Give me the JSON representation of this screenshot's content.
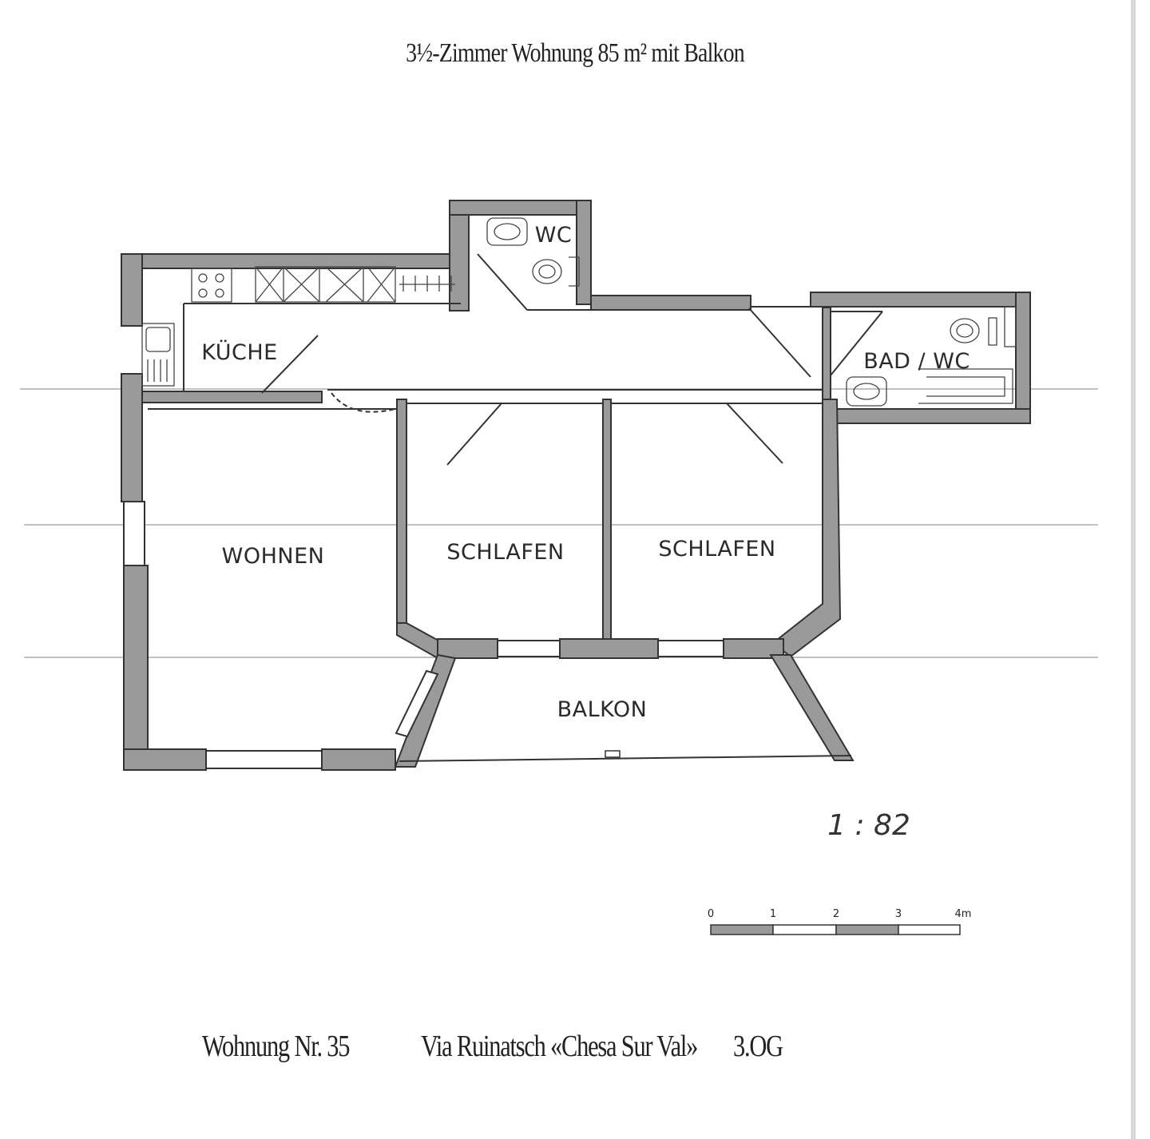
{
  "title": "3½-Zimmer Wohnung 85 m² mit Balkon",
  "rooms": {
    "kueche": "KÜCHE",
    "wc": "WC",
    "bad_wc": "BAD / WC",
    "wohnen": "WOHNEN",
    "schlafen_1": "SCHLAFEN",
    "schlafen_2": "SCHLAFEN",
    "balkon": "BALKON"
  },
  "ratio": "1 : 82",
  "scale_bar": {
    "ticks": [
      "0",
      "1",
      "2",
      "3",
      "4m"
    ]
  },
  "footer": {
    "apartment": "Wohnung Nr. 35",
    "address": "Via Ruinatsch «Chesa Sur Val»",
    "floor": "3.OG"
  },
  "colors": {
    "wall": "#9a9a9a",
    "line": "#333333",
    "paper": "#ffffff"
  }
}
